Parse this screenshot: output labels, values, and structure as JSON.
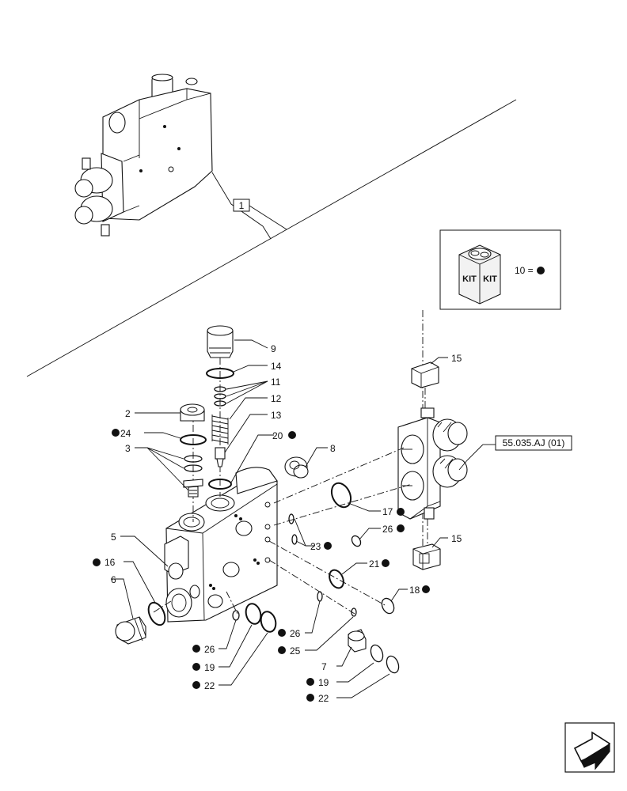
{
  "callouts": [
    {
      "id": "c1",
      "text": "1"
    },
    {
      "id": "c2",
      "text": "2"
    },
    {
      "id": "c3",
      "text": "3"
    },
    {
      "id": "c5",
      "text": "5"
    },
    {
      "id": "c6",
      "text": "6"
    },
    {
      "id": "c7",
      "text": "7"
    },
    {
      "id": "c8",
      "text": "8"
    },
    {
      "id": "c9",
      "text": "9"
    },
    {
      "id": "c11",
      "text": "11"
    },
    {
      "id": "c12",
      "text": "12"
    },
    {
      "id": "c13",
      "text": "13"
    },
    {
      "id": "c14",
      "text": "14"
    },
    {
      "id": "c15a",
      "text": "15"
    },
    {
      "id": "c15b",
      "text": "15"
    },
    {
      "id": "c16",
      "text": "16"
    },
    {
      "id": "c17",
      "text": "17"
    },
    {
      "id": "c18",
      "text": "18"
    },
    {
      "id": "c19a",
      "text": "19"
    },
    {
      "id": "c19b",
      "text": "19"
    },
    {
      "id": "c20",
      "text": "20"
    },
    {
      "id": "c21",
      "text": "21"
    },
    {
      "id": "c22a",
      "text": "22"
    },
    {
      "id": "c22b",
      "text": "22"
    },
    {
      "id": "c23",
      "text": "23"
    },
    {
      "id": "c24",
      "text": "24"
    },
    {
      "id": "c25",
      "text": "25"
    },
    {
      "id": "c26a",
      "text": "26"
    },
    {
      "id": "c26b",
      "text": "26"
    },
    {
      "id": "c26c",
      "text": "26"
    }
  ],
  "kit": {
    "tag_left": "KIT",
    "tag_right": "KIT",
    "legend": "10 ="
  },
  "reference": "55.035.AJ (01)",
  "nav_icon": "next-page-arrow-icon"
}
